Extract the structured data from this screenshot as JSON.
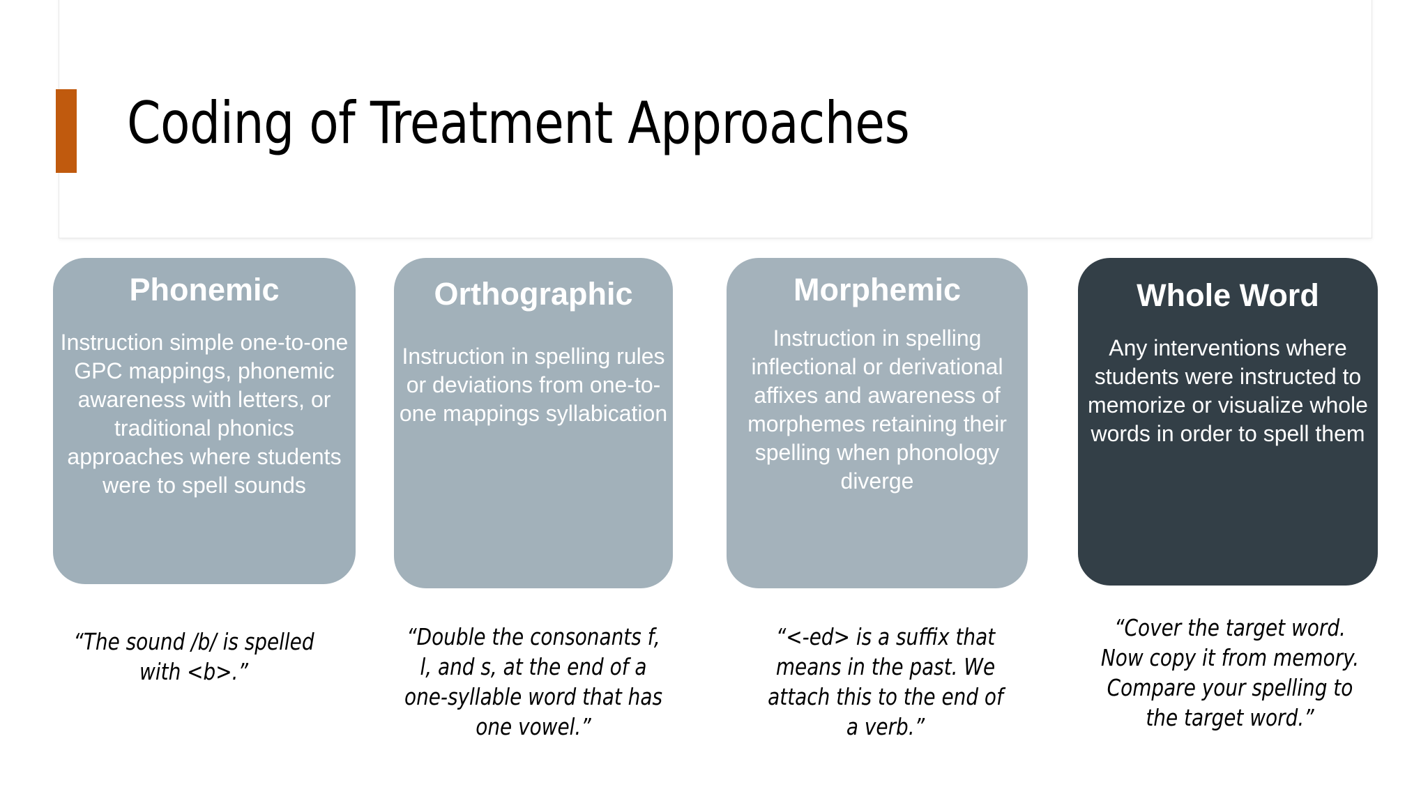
{
  "slide": {
    "title": "Coding of Treatment Approaches",
    "accent_color": "#C05A0E",
    "background_color": "#FFFFFF"
  },
  "cards": [
    {
      "id": "phonemic",
      "title": "Phonemic",
      "body": "Instruction simple one-to-one GPC mappings, phonemic awareness with letters, or traditional phonics approaches where students were to spell sounds",
      "fill_color": "#9FAFB9",
      "text_color": "#FFFFFF",
      "highlighted": false
    },
    {
      "id": "orthographic",
      "title": "Orthographic",
      "body": "Instruction in spelling rules or deviations from one-to-one mappings syllabication",
      "fill_color": "#A2B1BA",
      "text_color": "#FFFFFF",
      "highlighted": false
    },
    {
      "id": "morphemic",
      "title": "Morphemic",
      "body": "Instruction in spelling inflectional or derivational affixes and awareness of morphemes retaining their spelling when phonology diverge",
      "fill_color": "#A4B2BB",
      "text_color": "#FFFFFF",
      "highlighted": false
    },
    {
      "id": "whole-word",
      "title": "Whole Word",
      "body": "Any interventions where students were instructed to memorize or visualize whole words in order to spell them",
      "fill_color": "#333F47",
      "text_color": "#FFFFFF",
      "highlighted": true
    }
  ],
  "quotes": [
    {
      "id": "phonemic-quote",
      "text": "“The sound /b/ is spelled with <b>.”"
    },
    {
      "id": "orthographic-quote",
      "text": "“Double the consonants f, l, and s, at the end of a one-syllable word that has one vowel.”"
    },
    {
      "id": "morphemic-quote",
      "text": "“<-ed> is a suffix that means in the past. We attach this to the end of a verb.”"
    },
    {
      "id": "whole-word-quote",
      "text": "“Cover the target word. Now copy it from memory. Compare your spelling to the target word.”"
    }
  ]
}
